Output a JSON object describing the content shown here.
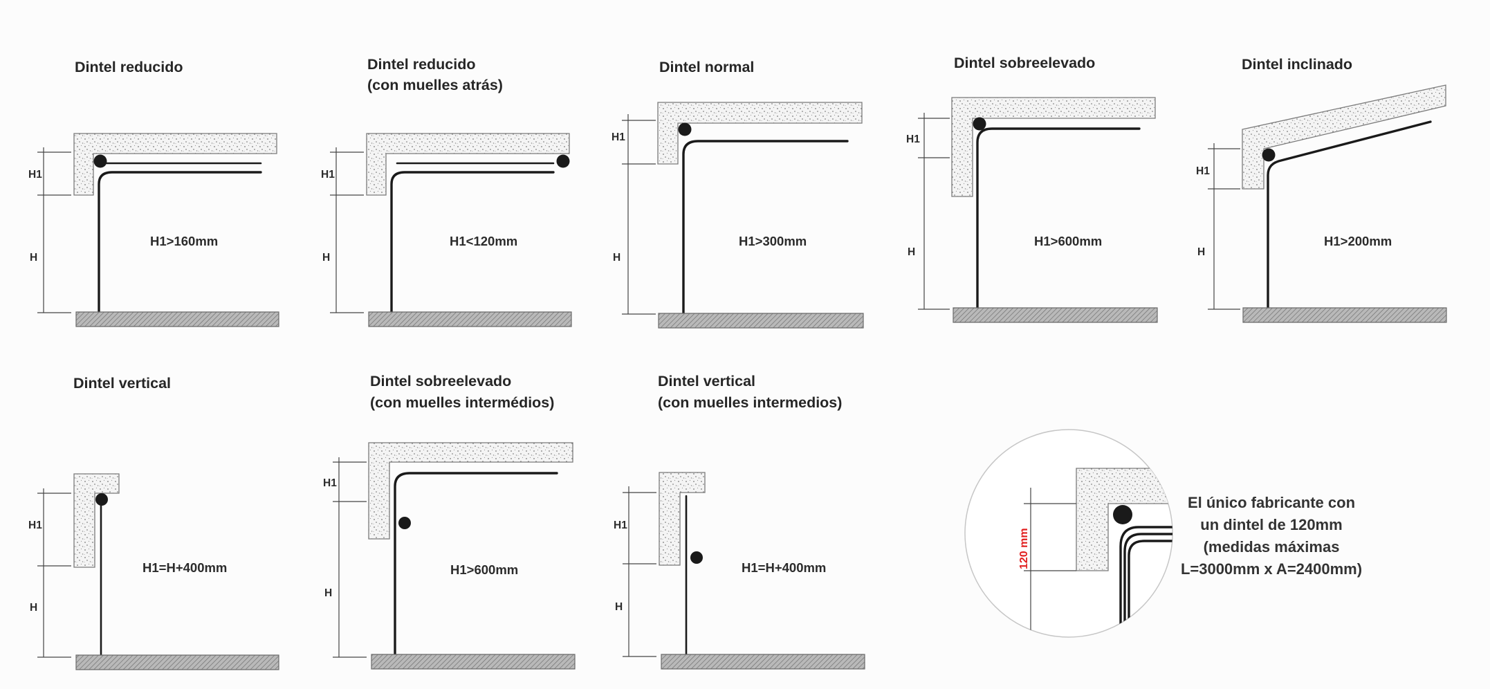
{
  "diagrams": [
    {
      "title_lines": [
        "Dintel reducido"
      ],
      "condition": "H1>160mm",
      "h1_label": "H1",
      "h_label": "H"
    },
    {
      "title_lines": [
        "Dintel reducido",
        "(con muelles atrás)"
      ],
      "condition": "H1<120mm",
      "h1_label": "H1",
      "h_label": "H"
    },
    {
      "title_lines": [
        "Dintel normal"
      ],
      "condition": "H1>300mm",
      "h1_label": "H1",
      "h_label": "H"
    },
    {
      "title_lines": [
        "Dintel sobreelevado"
      ],
      "condition": "H1>600mm",
      "h1_label": "H1",
      "h_label": "H"
    },
    {
      "title_lines": [
        "Dintel inclinado"
      ],
      "condition": "H1>200mm",
      "h1_label": "H1",
      "h_label": "H"
    },
    {
      "title_lines": [
        "Dintel vertical"
      ],
      "condition": "H1=H+400mm",
      "h1_label": "H1",
      "h_label": "H"
    },
    {
      "title_lines": [
        "Dintel sobreelevado",
        "(con muelles intermédios)"
      ],
      "condition": "H1>600mm",
      "h1_label": "H1",
      "h_label": "H"
    },
    {
      "title_lines": [
        "Dintel vertical",
        "(con muelles intermedios)"
      ],
      "condition": "H1=H+400mm",
      "h1_label": "H1",
      "h_label": "H"
    }
  ],
  "detail": {
    "dimension_label": "120 mm",
    "caption_lines": [
      "El único fabricante con",
      "un dintel de 120mm",
      "(medidas máximas",
      "L=3000mm x A=2400mm)"
    ]
  },
  "colors": {
    "accent_red": "#e11f1f",
    "rail": "#1a1a1a",
    "background": "#fcfcfc"
  }
}
